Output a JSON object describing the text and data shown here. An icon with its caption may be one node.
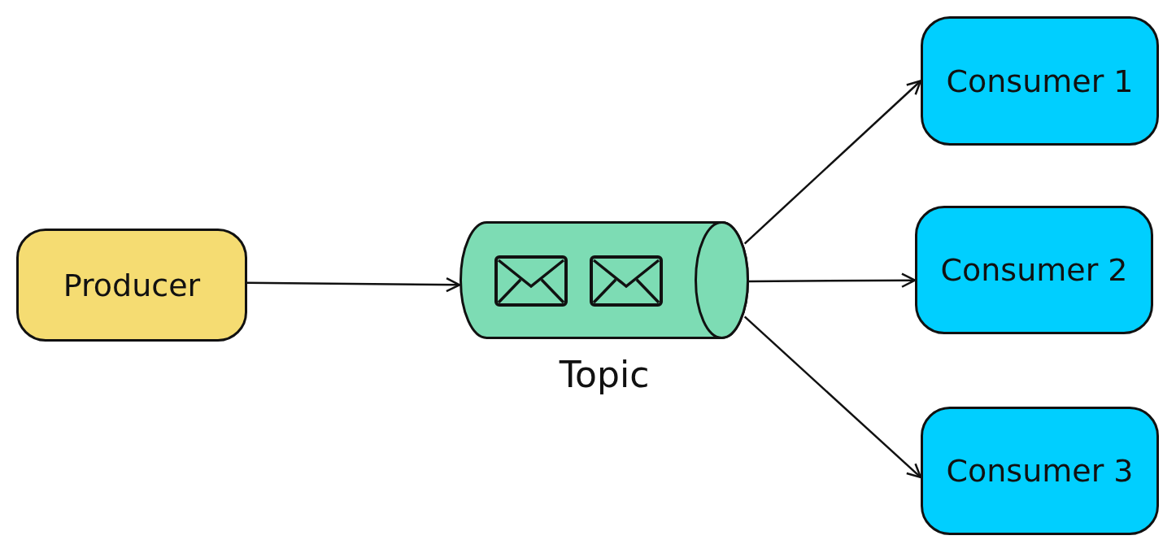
{
  "diagram": {
    "nodes": [
      {
        "text": [
          "Producer"
        ]
      },
      {
        "text": [
          "Topic"
        ]
      },
      {
        "text": [
          "Consumer 1"
        ]
      },
      {
        "text": [
          "Consumer 2"
        ]
      },
      {
        "text": [
          "Consumer 3"
        ]
      }
    ],
    "edges": [
      {
        "from": 0,
        "to": 1,
        "arrow": "to"
      },
      {
        "from": 1,
        "to": 2,
        "arrow": "to"
      },
      {
        "from": 1,
        "to": 3,
        "arrow": "to"
      },
      {
        "from": 1,
        "to": 4,
        "arrow": "to"
      }
    ]
  }
}
